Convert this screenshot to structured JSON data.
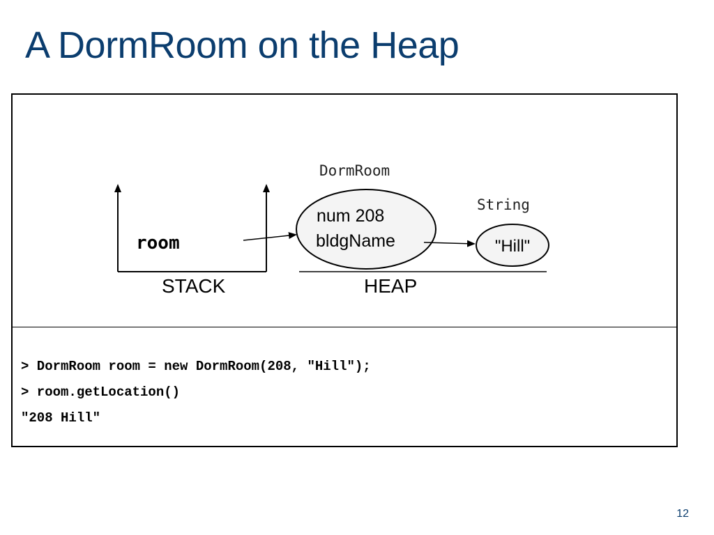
{
  "slide": {
    "title": "A DormRoom on the Heap",
    "page_number": "12"
  },
  "diagram": {
    "stack_label": "STACK",
    "heap_label": "HEAP",
    "variable_name": "room",
    "dormroom_type": "DormRoom",
    "dormroom_field_num": "num 208",
    "dormroom_field_bldg": "bldgName",
    "string_type": "String",
    "string_value": "\"Hill\""
  },
  "console": {
    "lines": [
      "> DormRoom room = new DormRoom(208, \"Hill\");",
      "> room.getLocation()",
      "\"208 Hill\""
    ]
  }
}
